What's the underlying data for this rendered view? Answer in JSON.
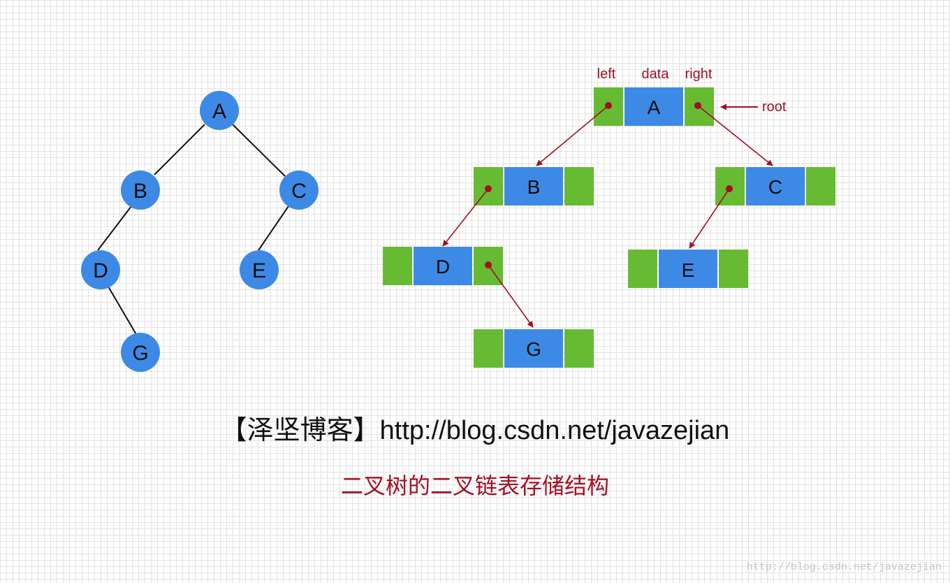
{
  "tree": {
    "nodes": [
      {
        "id": "A",
        "label": "A"
      },
      {
        "id": "B",
        "label": "B"
      },
      {
        "id": "C",
        "label": "C"
      },
      {
        "id": "D",
        "label": "D"
      },
      {
        "id": "E",
        "label": "E"
      },
      {
        "id": "G",
        "label": "G"
      }
    ],
    "edges": [
      [
        "A",
        "B"
      ],
      [
        "A",
        "C"
      ],
      [
        "B",
        "D"
      ],
      [
        "C",
        "E"
      ],
      [
        "D",
        "G"
      ]
    ]
  },
  "linked_storage": {
    "field_labels": {
      "left": "left",
      "data": "data",
      "right": "right"
    },
    "root_label": "root",
    "nodes": [
      {
        "id": "A",
        "label": "A"
      },
      {
        "id": "B",
        "label": "B"
      },
      {
        "id": "C",
        "label": "C"
      },
      {
        "id": "D",
        "label": "D"
      },
      {
        "id": "E",
        "label": "E"
      },
      {
        "id": "G",
        "label": "G"
      }
    ],
    "pointers": [
      {
        "from": "A",
        "field": "left",
        "to": "B"
      },
      {
        "from": "A",
        "field": "right",
        "to": "C"
      },
      {
        "from": "B",
        "field": "left",
        "to": "D"
      },
      {
        "from": "C",
        "field": "left",
        "to": "E"
      },
      {
        "from": "D",
        "field": "right",
        "to": "G"
      }
    ]
  },
  "blog_line": "【泽坚博客】http://blog.csdn.net/javazejian",
  "caption": "二叉树的二叉链表存储结构",
  "watermark": "http://blog.csdn.net/javazejian",
  "colors": {
    "node_blue": "#3d8ae6",
    "pointer_green": "#66bb33",
    "arrow_red": "#a30f23",
    "text": "#0d0d0d"
  }
}
